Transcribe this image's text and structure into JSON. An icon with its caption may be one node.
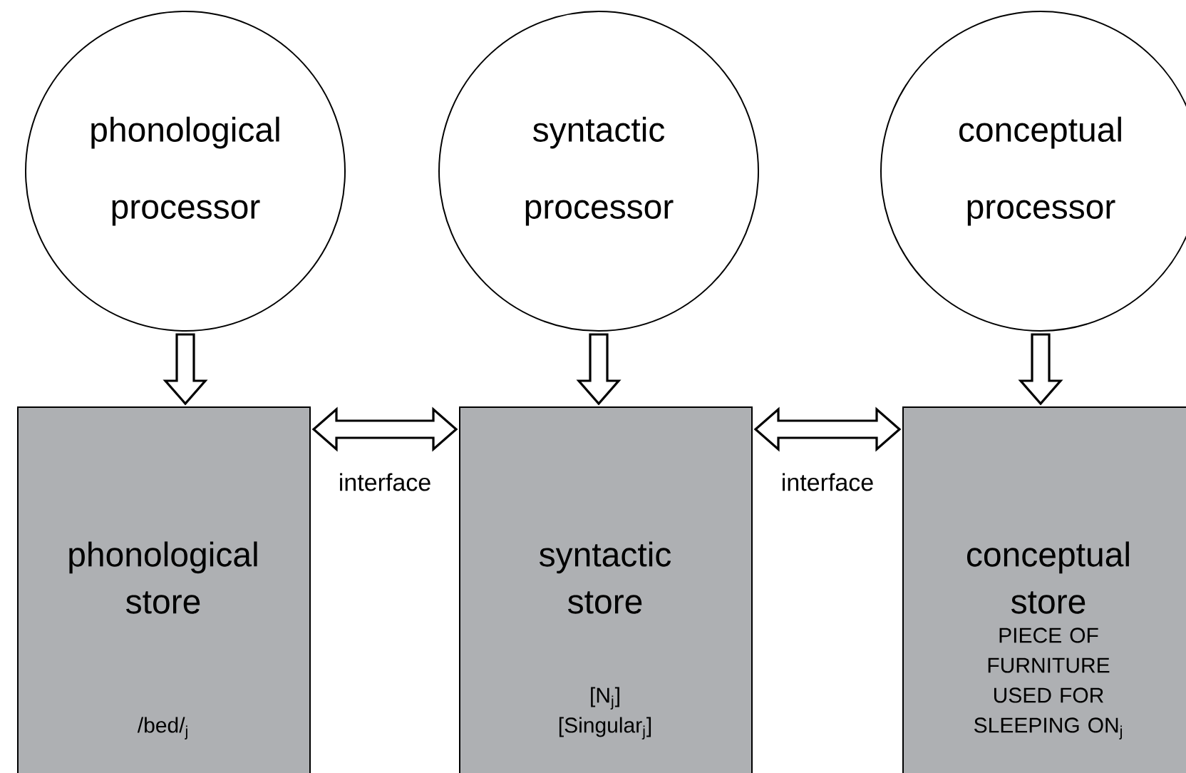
{
  "diagram": {
    "nodes": [
      {
        "text": [
          "phonological processor"
        ]
      },
      {
        "text": [
          "syntactic processor"
        ]
      },
      {
        "text": [
          "conceptual processor"
        ]
      },
      {
        "text": [
          "phonological store",
          "/bed/$_{j}$"
        ]
      },
      {
        "text": [
          "syntactic store",
          "[N$_{j}$] [Singular$_{j}$]"
        ]
      },
      {
        "text": [
          "conceptual store",
          "PIECE OF FURNITURE USED FOR SLEEPING ON$_{j}$"
        ]
      }
    ],
    "edges": [
      {
        "from": 0,
        "to": 3,
        "arrow": "to"
      },
      {
        "from": 1,
        "to": 4,
        "arrow": "to"
      },
      {
        "from": 2,
        "to": 5,
        "arrow": "to"
      },
      {
        "from": 3,
        "to": 4,
        "arrow": "both",
        "label": "interface"
      },
      {
        "from": 4,
        "to": 5,
        "arrow": "both",
        "label": "interface"
      }
    ]
  }
}
